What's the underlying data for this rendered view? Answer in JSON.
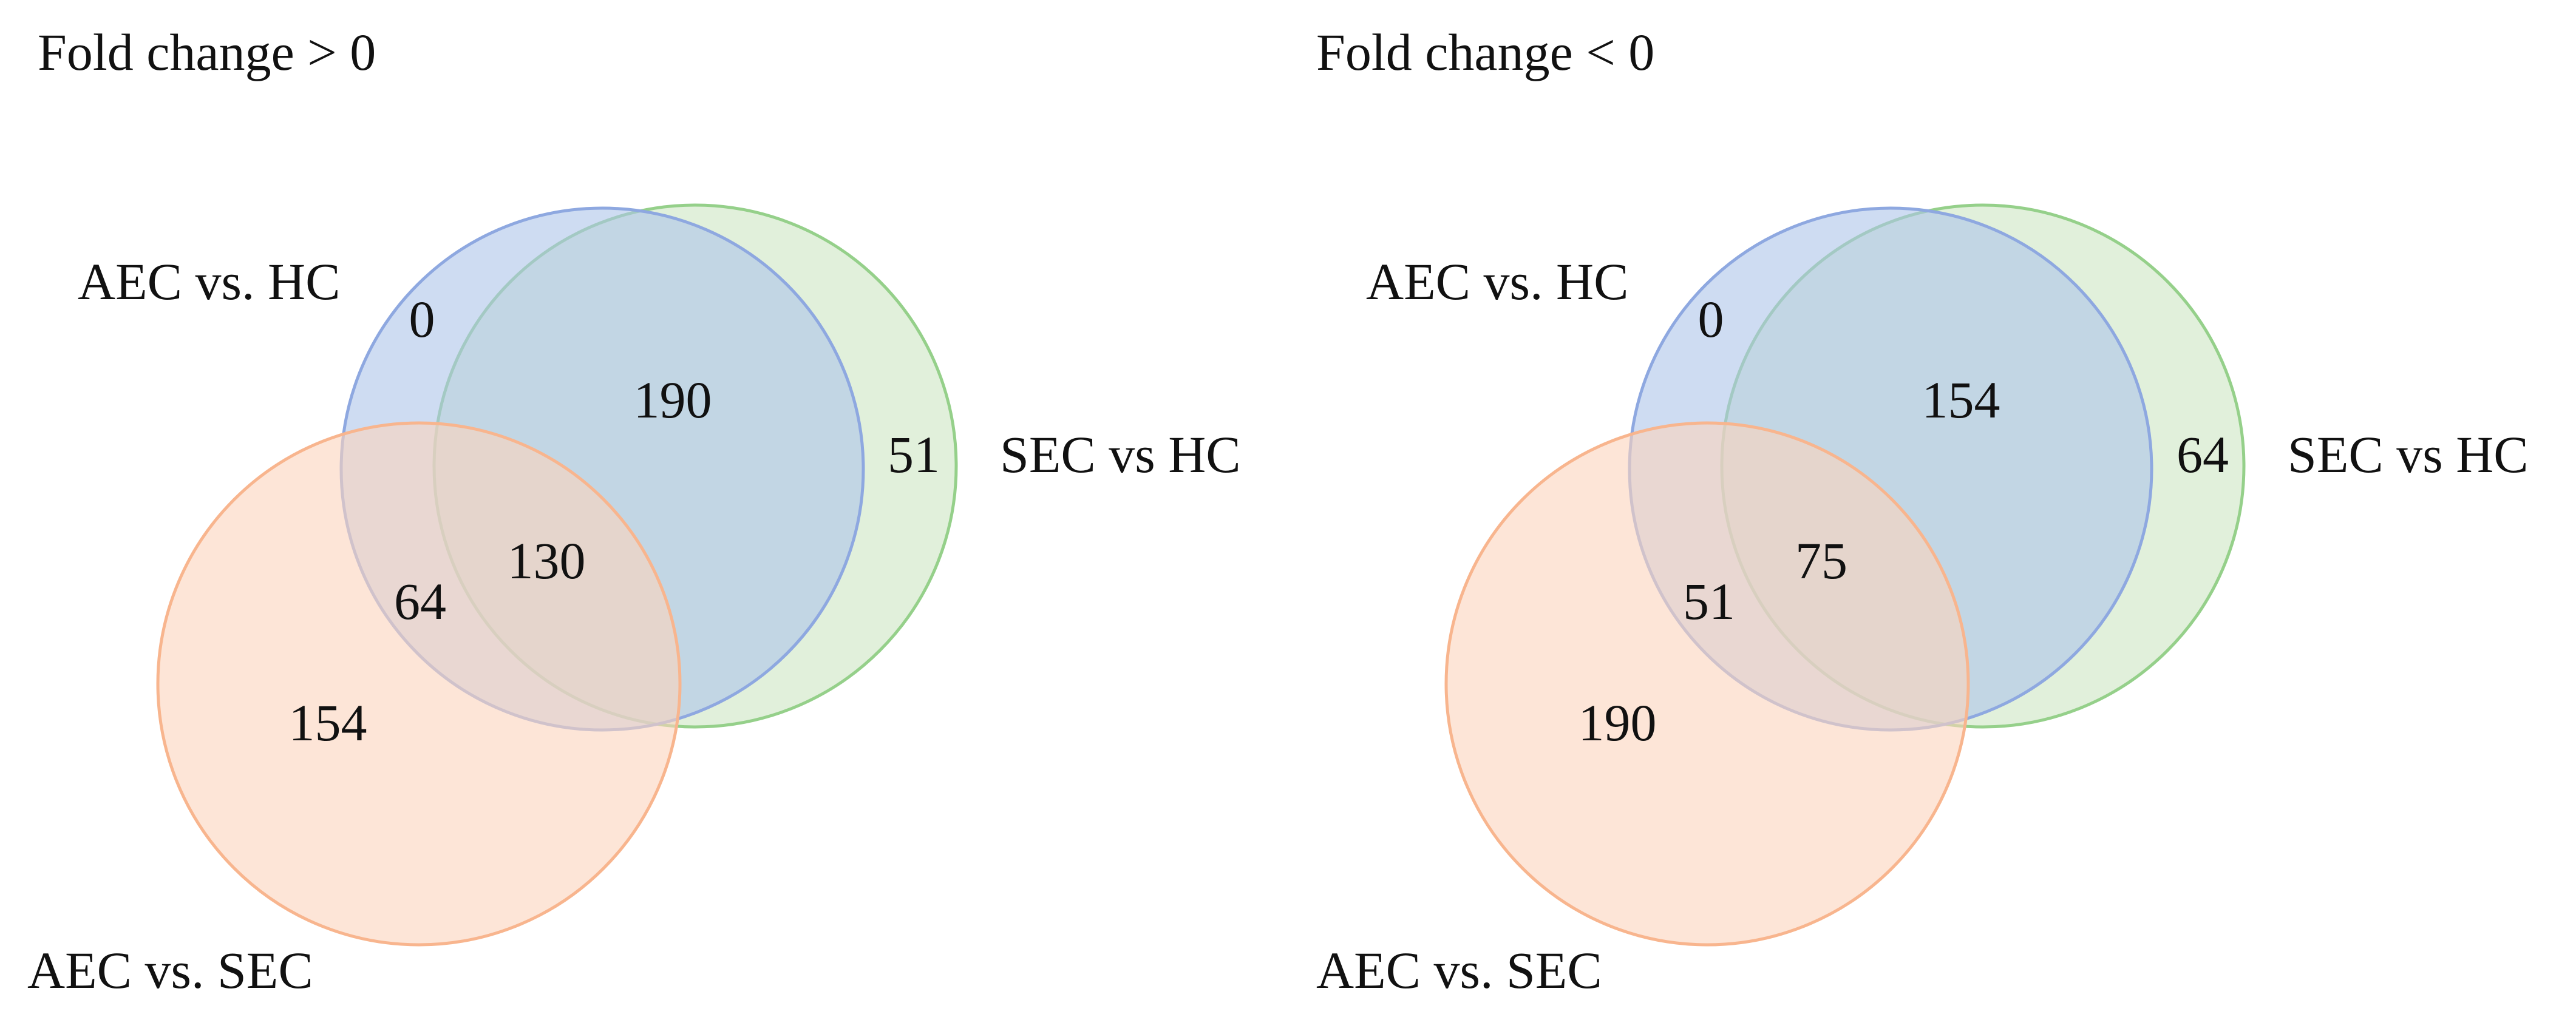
{
  "panels": [
    {
      "title": "Fold change > 0",
      "sets": {
        "aec_vs_hc": {
          "label": "AEC vs. HC",
          "fill": "#aec4e9",
          "stroke": "#8ea8e0"
        },
        "sec_vs_hc": {
          "label": "SEC vs HC",
          "fill": "#cde6c3",
          "stroke": "#95d08a"
        },
        "aec_vs_sec": {
          "label": "AEC vs. SEC",
          "fill": "#fbd3bd",
          "stroke": "#f8b58e"
        }
      },
      "regions": {
        "aec_vs_hc_only": "0",
        "aec_vs_hc_and_sec_vs_hc": "190",
        "sec_vs_hc_only": "51",
        "all_three": "130",
        "aec_vs_hc_and_aec_vs_sec": "64",
        "aec_vs_sec_only": "154"
      }
    },
    {
      "title": "Fold change < 0",
      "sets": {
        "aec_vs_hc": {
          "label": "AEC vs. HC",
          "fill": "#aec4e9",
          "stroke": "#8ea8e0"
        },
        "sec_vs_hc": {
          "label": "SEC vs HC",
          "fill": "#cde6c3",
          "stroke": "#95d08a"
        },
        "aec_vs_sec": {
          "label": "AEC vs. SEC",
          "fill": "#fbd3bd",
          "stroke": "#f8b58e"
        }
      },
      "regions": {
        "aec_vs_hc_only": "0",
        "aec_vs_hc_and_sec_vs_hc": "154",
        "sec_vs_hc_only": "64",
        "all_three": "75",
        "aec_vs_hc_and_aec_vs_sec": "51",
        "aec_vs_sec_only": "190"
      }
    }
  ]
}
